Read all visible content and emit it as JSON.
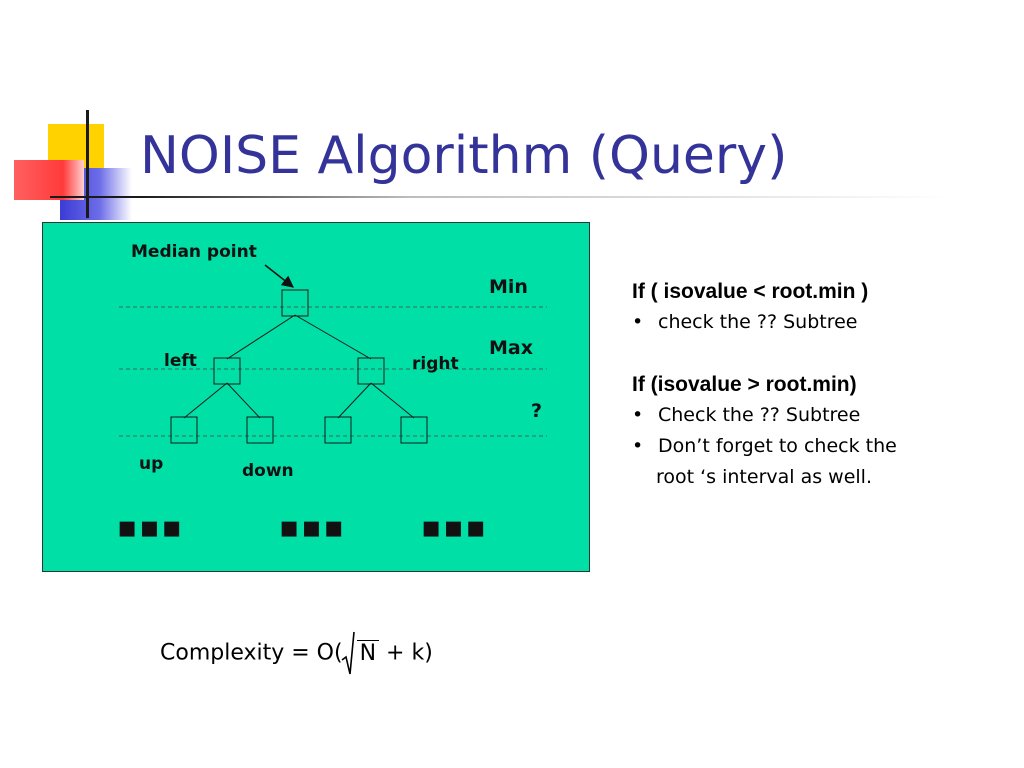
{
  "slide": {
    "title": "NOISE Algorithm (Query)"
  },
  "diagram": {
    "background": "#00dfa6",
    "label_median_point": "Median point",
    "label_min": "Min",
    "label_max": "Max",
    "label_question": "?",
    "label_left": "left",
    "label_right": "right",
    "label_up": "up",
    "label_down": "down",
    "ellipsis_marks": [
      "▪▪▪",
      "▪▪▪",
      "▪▪▪"
    ]
  },
  "notes": {
    "condition1": "If ( isovalue < root.min )",
    "bullet1": "check the  ?? Subtree",
    "condition2": "If (isovalue > root.min)",
    "bullet2": "Check the ?? Subtree",
    "bullet3_line1": "Don’t forget to check the",
    "bullet3_line2": "root ‘s interval as well.",
    "bullet_glyph": "•"
  },
  "complexity": {
    "prefix": "Complexity = O(",
    "radicand": "N",
    "suffix": " + k)"
  },
  "colors": {
    "title": "#333399",
    "accent_yellow": "#ffd200",
    "accent_blue": "#3b3bd6",
    "accent_red": "#ff4040"
  }
}
